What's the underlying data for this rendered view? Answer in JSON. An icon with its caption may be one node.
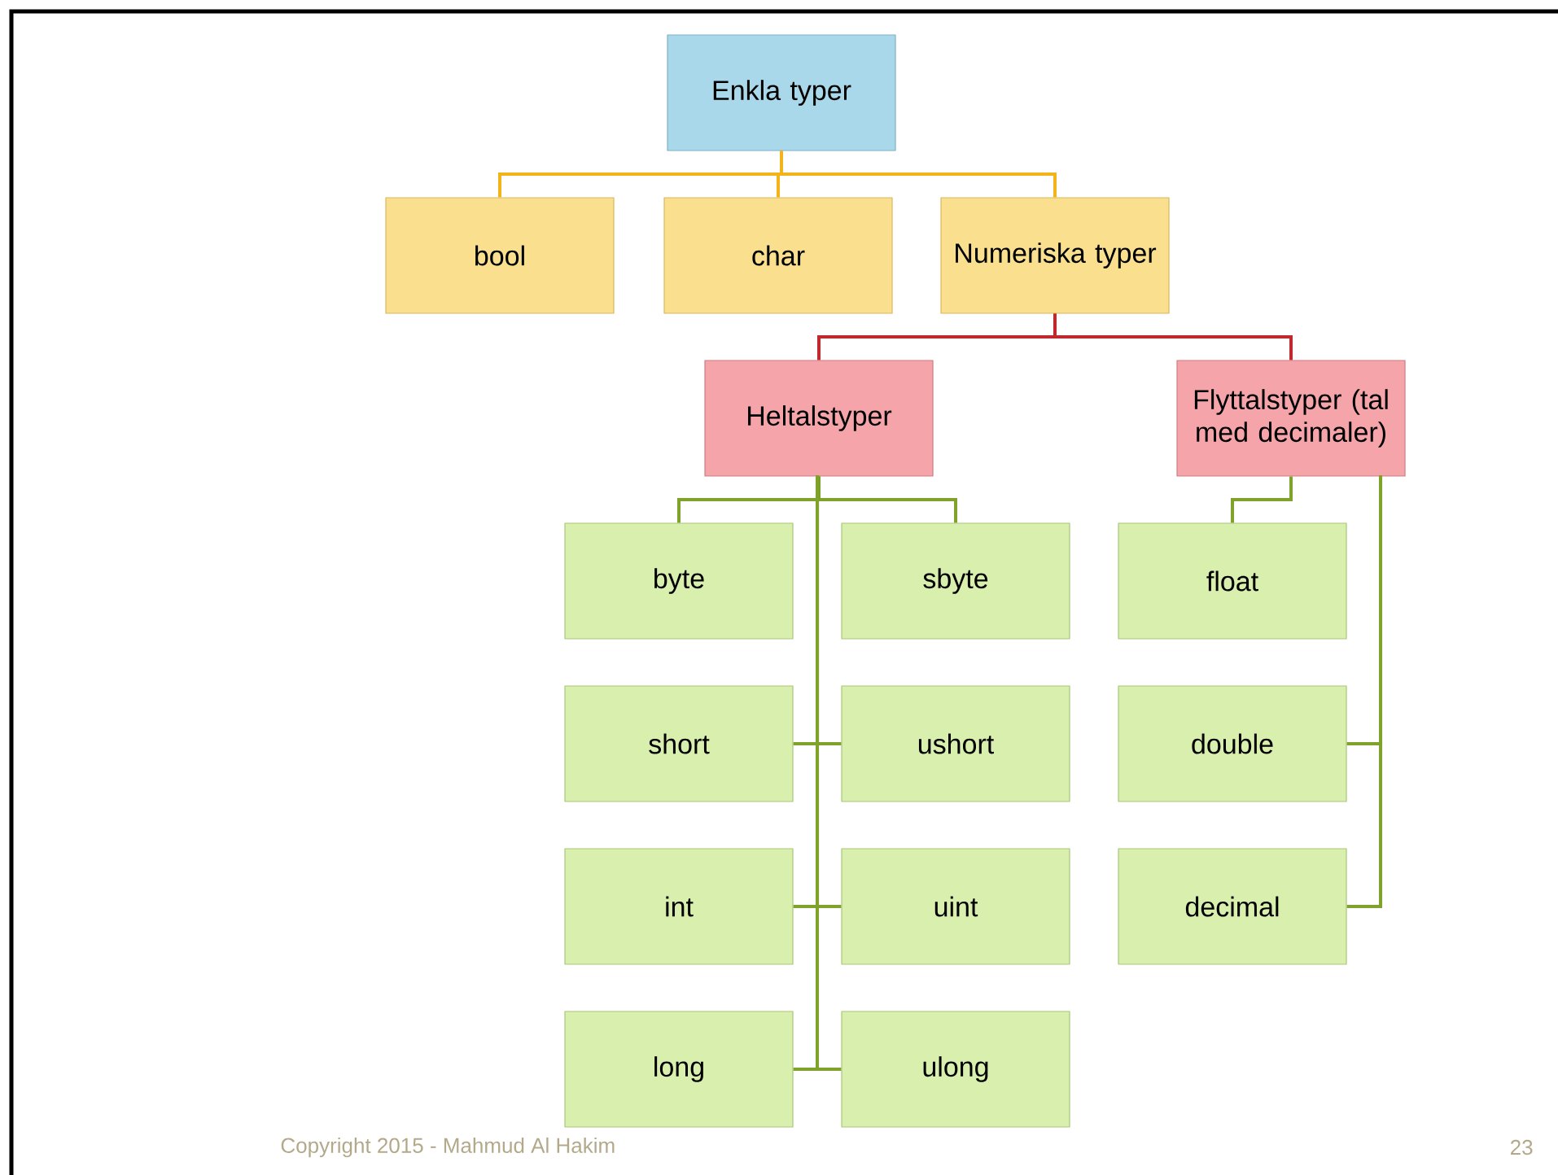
{
  "diagram": {
    "nodes": [
      {
        "text": [
          "Enkla typer"
        ]
      },
      {
        "text": [
          "bool"
        ]
      },
      {
        "text": [
          "char"
        ]
      },
      {
        "text": [
          "Numeriska typer"
        ]
      },
      {
        "text": [
          "Heltalstyper"
        ]
      },
      {
        "text": [
          "Flyttalstyper (tal med decimaler)"
        ]
      },
      {
        "text": [
          "byte"
        ]
      },
      {
        "text": [
          "sbyte"
        ]
      },
      {
        "text": [
          "float"
        ]
      },
      {
        "text": [
          "short"
        ]
      },
      {
        "text": [
          "ushort"
        ]
      },
      {
        "text": [
          "double"
        ]
      },
      {
        "text": [
          "int"
        ]
      },
      {
        "text": [
          "uint"
        ]
      },
      {
        "text": [
          "decimal"
        ]
      },
      {
        "text": [
          "long"
        ]
      },
      {
        "text": [
          "ulong"
        ]
      }
    ],
    "edges": [
      {
        "from": 0,
        "to": 1,
        "arrow": "none",
        "color": "#f2b418"
      },
      {
        "from": 0,
        "to": 2,
        "arrow": "none",
        "color": "#f2b418"
      },
      {
        "from": 0,
        "to": 3,
        "arrow": "none",
        "color": "#f2b418"
      },
      {
        "from": 3,
        "to": 4,
        "arrow": "none",
        "color": "#c0282d"
      },
      {
        "from": 3,
        "to": 5,
        "arrow": "none",
        "color": "#c0282d"
      },
      {
        "from": 4,
        "to": 6,
        "arrow": "none"
      },
      {
        "from": 4,
        "to": 7,
        "arrow": "none"
      },
      {
        "from": 4,
        "to": 9,
        "arrow": "none"
      },
      {
        "from": 4,
        "to": 10,
        "arrow": "none"
      },
      {
        "from": 4,
        "to": 12,
        "arrow": "none"
      },
      {
        "from": 4,
        "to": 13,
        "arrow": "none"
      },
      {
        "from": 4,
        "to": 15,
        "arrow": "none"
      },
      {
        "from": 4,
        "to": 16,
        "arrow": "none"
      },
      {
        "from": 5,
        "to": 8,
        "arrow": "none"
      },
      {
        "from": 5,
        "to": 11,
        "arrow": "none"
      },
      {
        "from": 5,
        "to": 14,
        "arrow": "none"
      }
    ],
    "labels": [
      "Copyright 2015 - Mahmud Al Hakim",
      "23"
    ]
  }
}
